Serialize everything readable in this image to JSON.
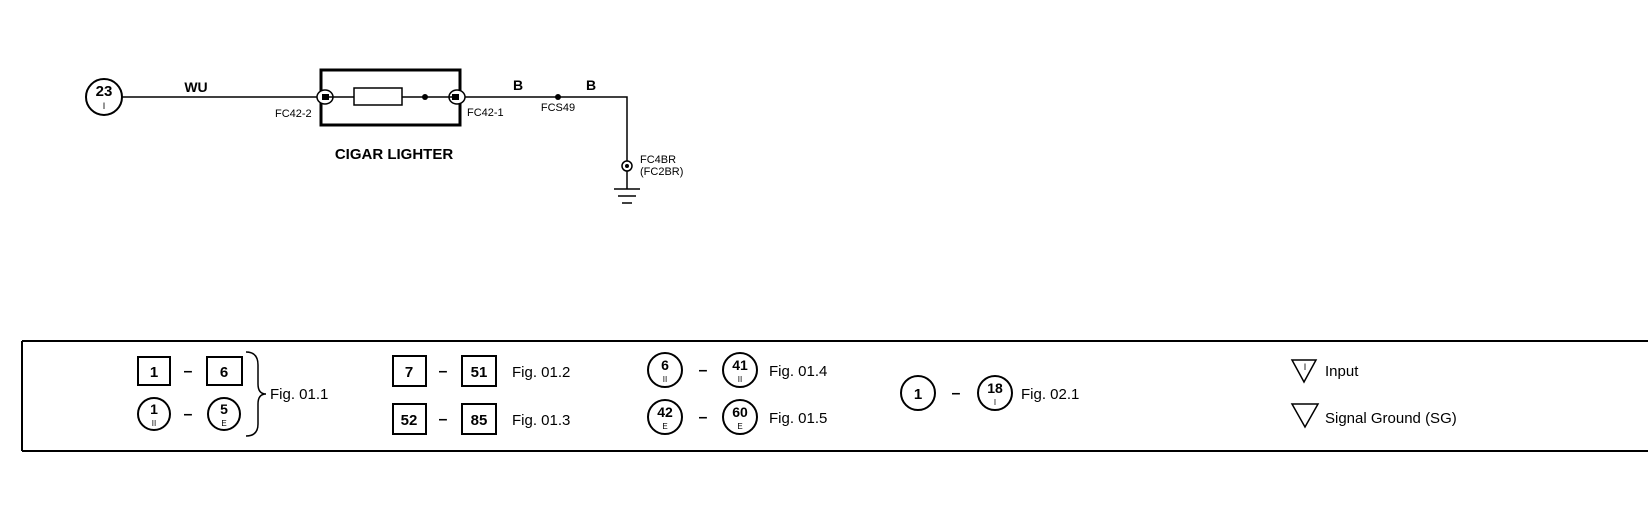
{
  "wiring": {
    "source_connector": {
      "number": "23",
      "suffix": "I"
    },
    "wire_left_color": "WU",
    "component_name": "CIGAR LIGHTER",
    "pin_left": "FC42-2",
    "pin_right": "FC42-1",
    "wire_right_color_1": "B",
    "wire_right_color_2": "B",
    "splice": "FCS49",
    "ground_point": "FC4BR",
    "ground_point_alt": "(FC2BR)"
  },
  "legend": {
    "groups": [
      {
        "a": "1",
        "b": "6",
        "fig": "Fig. 01.1"
      },
      {
        "a": "1",
        "a_sub": "II",
        "b": "5",
        "b_sub": "E"
      },
      {
        "a": "7",
        "b": "51",
        "fig": "Fig. 01.2"
      },
      {
        "a": "52",
        "b": "85",
        "fig": "Fig. 01.3"
      },
      {
        "a": "6",
        "a_sub": "II",
        "b": "41",
        "b_sub": "II",
        "fig": "Fig. 01.4"
      },
      {
        "a": "42",
        "a_sub": "E",
        "b": "60",
        "b_sub": "E",
        "fig": "Fig. 01.5"
      },
      {
        "a": "1",
        "b": "18",
        "b_sub": "I",
        "fig": "Fig. 02.1"
      }
    ],
    "symbols": [
      {
        "mark": "I",
        "label": "Input"
      },
      {
        "mark": "",
        "label": "Signal Ground (SG)"
      }
    ]
  }
}
